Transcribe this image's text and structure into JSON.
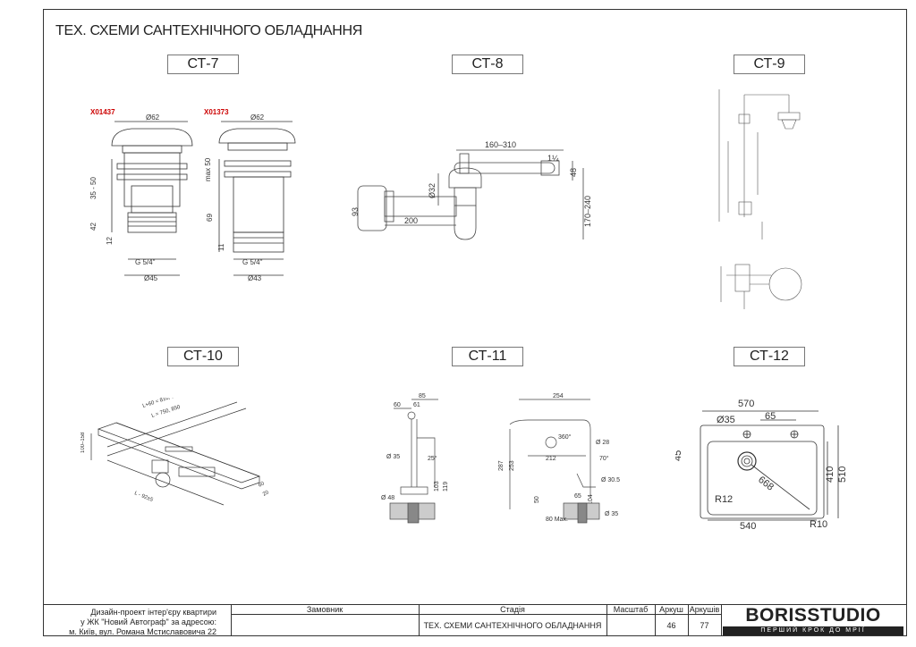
{
  "page": {
    "title": "ТЕХ. СХЕМИ САНТЕХНІЧНОГО ОБЛАДНАННЯ"
  },
  "drawings": {
    "ct7": {
      "label": "СТ-7",
      "code_a": "X01437",
      "code_b": "X01373",
      "d62a": "Ø62",
      "d62b": "Ø62",
      "d45": "Ø45",
      "d43": "Ø43",
      "thread_a": "G 5/4\"",
      "thread_b": "G 5/4\"",
      "h3550": "35 - 50",
      "h42": "42",
      "h12": "12",
      "max50": "max 50",
      "h69": "69",
      "h11": "11"
    },
    "ct8": {
      "label": "СТ-8",
      "w160310": "160–310",
      "d114": "1¼",
      "h48": "48",
      "d32": "Ø32",
      "h93": "93",
      "w200": "200",
      "h170240": "170–240"
    },
    "ct9": {
      "label": "СТ-9"
    },
    "ct10": {
      "label": "СТ-10",
      "l60": "L+60 = 810, 910",
      "l750": "L = 750, 850",
      "l92": "L - 92±5",
      "h100158": "100–158",
      "w60": "60",
      "w20": "20"
    },
    "ct11": {
      "label": "СТ-11",
      "d85": "85",
      "d60": "60",
      "d61": "61",
      "d35": "Ø 35",
      "a25": "25°",
      "d48": "Ø 48",
      "h103": "103",
      "h119": "119",
      "w254": "254",
      "a360": "360°",
      "d28": "Ø 28",
      "h287": "287",
      "h253": "253",
      "w212": "212",
      "a70": "70°",
      "d305": "Ø 30.5",
      "h50": "50",
      "w65": "65",
      "h104": "104",
      "w80": "80 Max.",
      "d35b": "Ø 35"
    },
    "ct12": {
      "label": "СТ-12",
      "w570": "570",
      "d35": "Ø35",
      "w65": "65",
      "h45": "45",
      "h410": "410",
      "h510": "510",
      "r12": "R12",
      "d668": "668",
      "w540": "540",
      "r10": "R10"
    }
  },
  "title_block": {
    "address_line1": "Дизайн-проект інтер'єру квартири",
    "address_line2": "у ЖК \"Новий Автограф\" за адресою:",
    "address_line3": "м. Київ, вул. Романа Мстиславовича 22",
    "col_customer": "Замовник",
    "col_stage": "Стадія",
    "col_scale": "Масштаб",
    "col_sheet": "Аркуш",
    "col_sheets": "Аркушів",
    "stage_value": "ТЕХ. СХЕМИ САНТЕХНІЧНОГО ОБЛАДНАННЯ",
    "sheet_value": "46",
    "sheets_value": "77",
    "logo_main": "BORISSTUDIO",
    "logo_sub": "ПЕРШИЙ КРОК ДО МРІЇ"
  }
}
